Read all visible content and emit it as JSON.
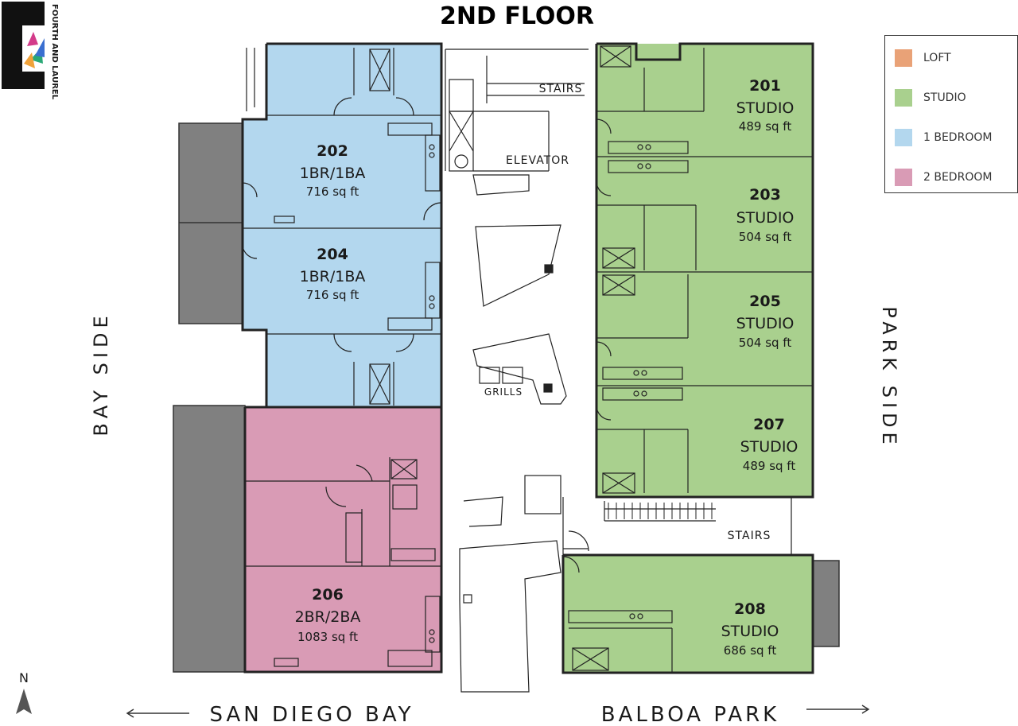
{
  "title": "2ND FLOOR",
  "logo_text": "FOURTH AND LAUREL",
  "legend": [
    {
      "label": "LOFT",
      "color": "#e9a277"
    },
    {
      "label": "STUDIO",
      "color": "#a9d08e"
    },
    {
      "label": "1 BEDROOM",
      "color": "#b3d7ee"
    },
    {
      "label": "2 BEDROOM",
      "color": "#d99bb5"
    }
  ],
  "units": [
    {
      "number": "201",
      "type": "STUDIO",
      "size": "489 sq ft"
    },
    {
      "number": "202",
      "type": "1BR/1BA",
      "size": "716 sq ft"
    },
    {
      "number": "203",
      "type": "STUDIO",
      "size": "504 sq ft"
    },
    {
      "number": "204",
      "type": "1BR/1BA",
      "size": "716 sq ft"
    },
    {
      "number": "205",
      "type": "STUDIO",
      "size": "504 sq ft"
    },
    {
      "number": "206",
      "type": "2BR/2BA",
      "size": "1083 sq ft"
    },
    {
      "number": "207",
      "type": "STUDIO",
      "size": "489 sq ft"
    },
    {
      "number": "208",
      "type": "STUDIO",
      "size": "686 sq ft"
    }
  ],
  "labels": {
    "stairs_top": "STAIRS",
    "elevator": "ELEVATOR",
    "grills": "GRILLS",
    "stairs_bottom": "STAIRS",
    "bay_side": "BAY SIDE",
    "park_side": "PARK SIDE",
    "north": "N",
    "left_direction": "SAN DIEGO BAY",
    "right_direction": "BALBOA PARK"
  },
  "colors": {
    "studio": "#a9d08e",
    "one_bedroom": "#b3d7ee",
    "two_bedroom": "#d99bb5",
    "gray_block": "#808080"
  }
}
